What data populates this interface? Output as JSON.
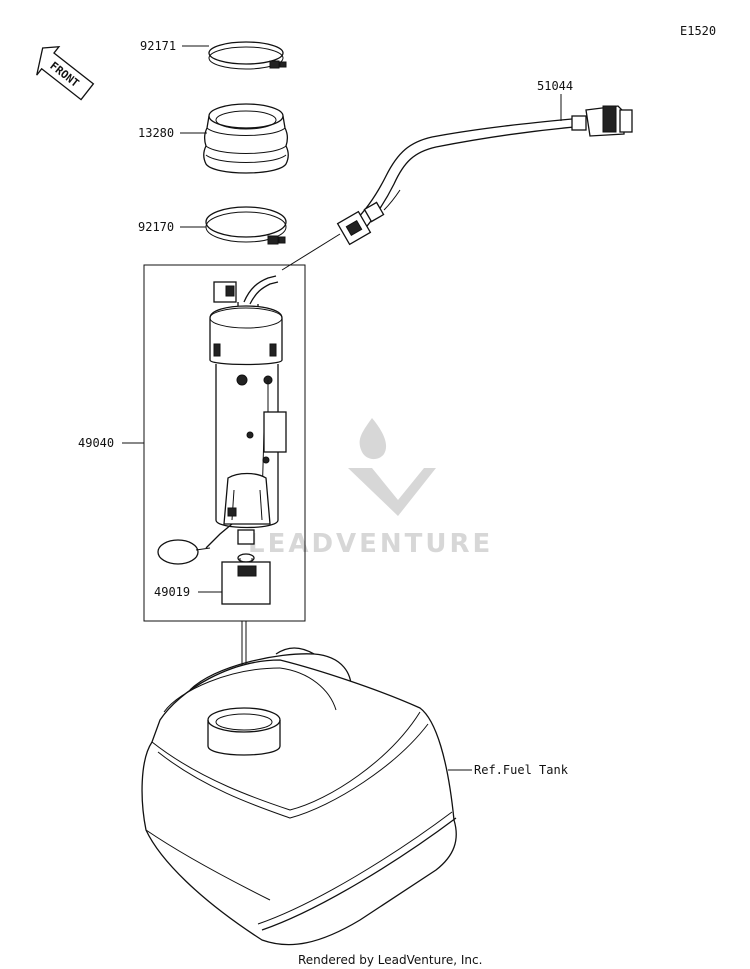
{
  "diagram": {
    "code": "E1520",
    "front_label": "FRONT",
    "parts": {
      "p92171": "92171",
      "p13280": "13280",
      "p92170": "92170",
      "p51044": "51044",
      "p49040": "49040",
      "p49019": "49019",
      "ref_fuel_tank": "Ref.Fuel Tank"
    },
    "watermark": "LEADVENTURE",
    "footer": "Rendered by LeadVenture, Inc."
  }
}
